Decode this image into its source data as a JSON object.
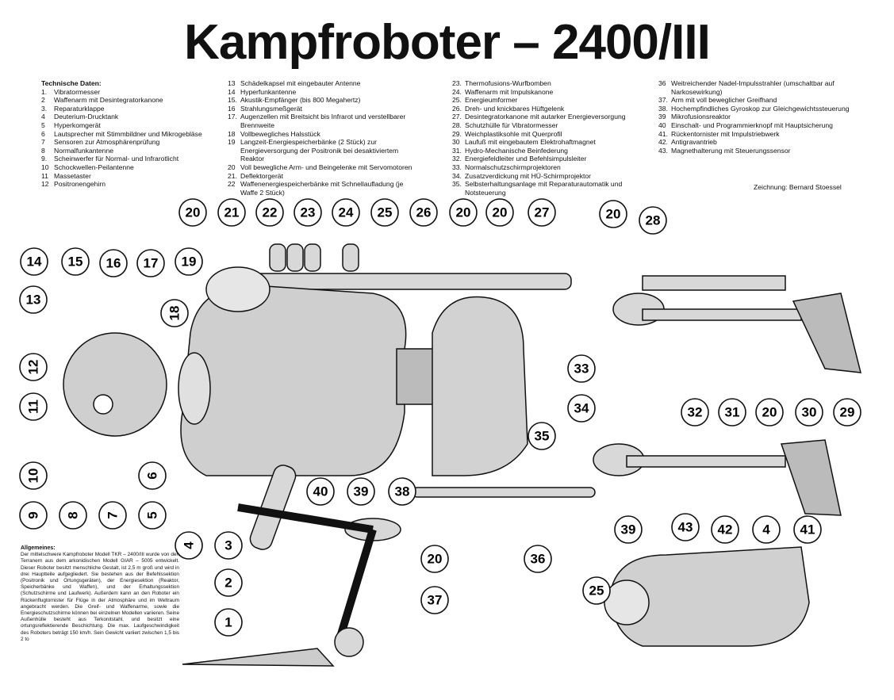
{
  "title": "Kampfroboter – 2400/III",
  "legend": {
    "heading": "Technische Daten:",
    "columns": [
      [
        {
          "n": "1.",
          "t": "Vibratormesser"
        },
        {
          "n": "2",
          "t": "Waffenarm mit Desintegratorkanone"
        },
        {
          "n": "3.",
          "t": "Reparaturklappe"
        },
        {
          "n": "4",
          "t": "Deuterium-Drucktank"
        },
        {
          "n": "5",
          "t": "Hyperkomgerät"
        },
        {
          "n": "6",
          "t": "Lautsprecher mit Stimmbildner und Mikrogebläse"
        },
        {
          "n": "7",
          "t": "Sensoren zur Atmosphärenprüfung"
        },
        {
          "n": "8",
          "t": "Normalfunkantenne"
        },
        {
          "n": "9.",
          "t": "Scheinwerfer für Normal- und Infrarotlicht"
        },
        {
          "n": "10",
          "t": "Schockwellen-Peilantenne"
        },
        {
          "n": "11",
          "t": "Massetaster"
        },
        {
          "n": "12",
          "t": "Positronengehirn"
        }
      ],
      [
        {
          "n": "13",
          "t": "Schädelkapsel mit eingebauter Antenne"
        },
        {
          "n": "14",
          "t": "Hyperfunkantenne"
        },
        {
          "n": "15.",
          "t": "Akustik-Empfänger (bis 800 Megahertz)"
        },
        {
          "n": "16",
          "t": "Strahlungsmeßgerät"
        },
        {
          "n": "17.",
          "t": "Augenzellen mit Breitsicht bis Infrarot und verstellbarer Brennweite"
        },
        {
          "n": "18",
          "t": "Vollbewegliches Halsstück"
        },
        {
          "n": "19",
          "t": "Langzeit-Energiespeicherbänke (2 Stück) zur Energieversorgung der Positronik bei desaktiviertem Reaktor"
        },
        {
          "n": "20",
          "t": "Voll bewegliche Arm- und Beingelenke mit Servomotoren"
        },
        {
          "n": "21.",
          "t": "Deflektorgerät"
        },
        {
          "n": "22",
          "t": "Waffenenergiespeicherbänke mit Schnellaufladung (je Waffe 2 Stück)"
        }
      ],
      [
        {
          "n": "23.",
          "t": "Thermofusions-Wurfbomben"
        },
        {
          "n": "24.",
          "t": "Waffenarm mit Impulskanone"
        },
        {
          "n": "25.",
          "t": "Energieumformer"
        },
        {
          "n": "26.",
          "t": "Dreh- und knickbares Hüftgelenk"
        },
        {
          "n": "27.",
          "t": "Desintegratorkanone mit autarker Energieversorgung"
        },
        {
          "n": "28.",
          "t": "Schutzhülle für Vibratormesser"
        },
        {
          "n": "29.",
          "t": "Weichplastiksohle mit Querprofil"
        },
        {
          "n": "30",
          "t": "Laufuß mit eingebautem Elektrohaftmagnet"
        },
        {
          "n": "31.",
          "t": "Hydro-Mechanische Beinfederung"
        },
        {
          "n": "32.",
          "t": "Energiefeldleiter und Befehlsimpulsleiter"
        },
        {
          "n": "33.",
          "t": "Normalschutzschirmprojektoren"
        },
        {
          "n": "34.",
          "t": "Zusatzverdickung mit HÜ-Schirmprojektor"
        },
        {
          "n": "35.",
          "t": "Selbsterhaltungsanlage mit Reparaturautomatik und Notsteuerung"
        }
      ],
      [
        {
          "n": "36",
          "t": "Weitreichender Nadel-Impulsstrahler (umschaltbar auf Narkosewirkung)"
        },
        {
          "n": "37.",
          "t": "Arm mit voll beweglicher Greifhand"
        },
        {
          "n": "38.",
          "t": "Hochempfindliches Gyroskop zur Gleichgewichtssteuerung"
        },
        {
          "n": "39",
          "t": "Mikrofusionsreaktor"
        },
        {
          "n": "40",
          "t": "Einschalt- und Programmierknopf mit Hauptsicherung"
        },
        {
          "n": "41.",
          "t": "Rückentornister mit Impulstriebwerk"
        },
        {
          "n": "42.",
          "t": "Antigravantrieb"
        },
        {
          "n": "43.",
          "t": "Magnethalterung mit Steuerungssensor"
        }
      ]
    ]
  },
  "credit": "Zeichnung: Bernard Stoessel",
  "general": {
    "heading": "Allgemeines:",
    "text": "Der mittelschwere Kampfroboter Modell TKR – 2400/III wurde von den Terranern aus dem arkonidischen Modell GIAR – 5005 entwickelt. Dieser Roboter besitzt menschliche Gestalt, ist 2,5 m groß und wird in drei Hauptteile aufgegliedert. Sie bestehen aus der Befehlssektion (Positronik und Ortungsgeräten), der Energiesektion (Reaktor, Speicherbänke und Waffen), und der Erhaltungssektion (Schutzschirme und Laufwerk). Außerdem kann an den Roboter ein Rückenflugtornister für Flüge in der Atmosphäre und im Weltraum angebracht werden. Die Greif- und Waffenarme, sowie die Energieschutzschirme können bei einzelnen Modellen variieren. Seine Außenhülle besteht aus Terkonitstahl, und besitzt eine ortungsreflektierende Beschichtung. Die max. Laufgeschwindigkeit des Roboters beträgt 150 km/h. Sein Gewicht variiert zwischen 1,5 bis 2 to"
  },
  "callouts": [
    "20",
    "21",
    "22",
    "23",
    "24",
    "25",
    "26",
    "20",
    "20",
    "27",
    "20",
    "28",
    "14",
    "15",
    "16",
    "17",
    "19",
    "13",
    "18",
    "12",
    "11",
    "10",
    "9",
    "8",
    "7",
    "6",
    "5",
    "4",
    "3",
    "2",
    "1",
    "40",
    "39",
    "38",
    "20",
    "36",
    "37",
    "33",
    "34",
    "35",
    "32",
    "31",
    "20",
    "30",
    "29",
    "39",
    "43",
    "42",
    "4",
    "41",
    "25"
  ]
}
